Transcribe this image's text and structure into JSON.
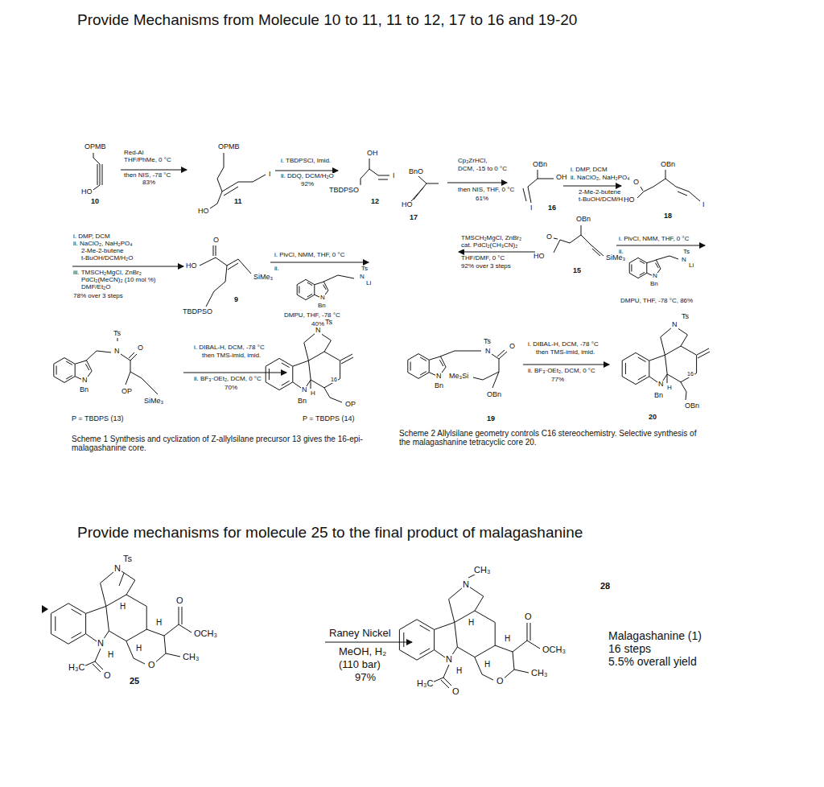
{
  "diagram": {
    "title": "Provide Mechanisms from Molecule 10 to 11, 11 to 12, 17 to 16 and 19-20",
    "labels": [
      "OPMB",
      "HO",
      "10",
      "Red-Al",
      "THF/PhMe, 0 °C",
      "then NIS, -78 °C",
      "83%",
      "OPMB",
      "HO",
      "I",
      "11",
      "i. TBDPSCl, Imid.",
      "ii. DDQ, DCM/H₂O",
      "92%",
      "OH",
      "TBDPSO",
      "I",
      "12",
      "i. DMP, DCM",
      "ii. NaClO₂, NaH₂PO₄",
      "2-Me-2-butene",
      "t-BuOH/DCM/H₂O",
      "iii. TMSCH₂MgCl, ZnBr₂",
      "PdCl₂(MeCN)₂ (10 mol %)",
      "DMF/Et₂O",
      "78% over 3 steps",
      "O",
      "HO",
      "SiMe₃",
      "TBDPSO",
      "9",
      "i. PivCl, NMM, THF, 0 °C",
      "ii.",
      "Ts",
      "N",
      "Li",
      "N",
      "Bn",
      "DMPU, THF, -78 °C",
      "40%",
      "Ts",
      "N",
      "O",
      "N",
      "Bn",
      "OP",
      "SiMe₃",
      "P = TBDPS (13)",
      "i. DIBAL-H, DCM, -78 °C",
      "then TMS-imid, imid.",
      "ii. BF₃·OEt₂, DCM, 0 °C",
      "70%",
      "Ts",
      "N",
      "16",
      "N",
      "H",
      "Bn",
      "OP",
      "P = TBDPS (14)",
      "Scheme 1 Synthesis and cyclization of Z-allylsilane precursor 13 gives the 16-epi-malagashanine core.",
      "BnO",
      "HO",
      "17",
      "Cp₂ZrHCl,",
      "DCM, -15 to 0 °C",
      "then NIS, THF, 0 °C",
      "61%",
      "OBn",
      "OH",
      "I",
      "16",
      "i. DMP, DCM",
      "ii. NaClO₂, NaH₂PO₄",
      "2-Me-2-butene",
      "t-BuOH/DCM/H₂O",
      "OBn",
      "O",
      "HO",
      "I",
      "18",
      "TMSCH₂MgCl, ZnBr₂",
      "cat. PdCl₂(CH₃CN)₂",
      "THF/DMF, 0 °C",
      "92% over 3 steps",
      "OBn",
      "O",
      "HO",
      "SiMe₃",
      "15",
      "i. PivCl, NMM, THF, 0 °C",
      "ii.",
      "Ts",
      "N",
      "Li",
      "N",
      "Bn",
      "DMPU, THF, -78 °C, 86%",
      "Ts",
      "N",
      "O",
      "N",
      "Me₃Si",
      "Bn",
      "OBn",
      "19",
      "i. DIBAL-H, DCM, -78 °C",
      "then TMS-imid, imid.",
      "ii. BF₃·OEt₂, DCM, 0 °C",
      "77%",
      "Ts",
      "N",
      "16",
      "N",
      "H",
      "Bn",
      "OBn",
      "20",
      "Scheme 2 Allylsilane geometry controls C16 stereochemistry. Selective synthesis of the malagashanine tetracyclic core 20.",
      "Provide mechanisms for molecule 25 to the final product of malagashanine",
      "Ts",
      "N",
      "H",
      "N",
      "H",
      "H",
      "H",
      "O",
      "OCH₃",
      "O",
      "CH₃",
      "H₃C",
      "O",
      "25",
      "Raney Nickel",
      "MeOH, H₂",
      "(110 bar)",
      "97%",
      "CH₃",
      "N",
      "H",
      "N",
      "H",
      "H",
      "H",
      "O",
      "OCH₃",
      "O",
      "CH₃",
      "H₃C",
      "O",
      "28",
      "Malagashanine (1)",
      "16 steps",
      "5.5% overall yield"
    ]
  }
}
